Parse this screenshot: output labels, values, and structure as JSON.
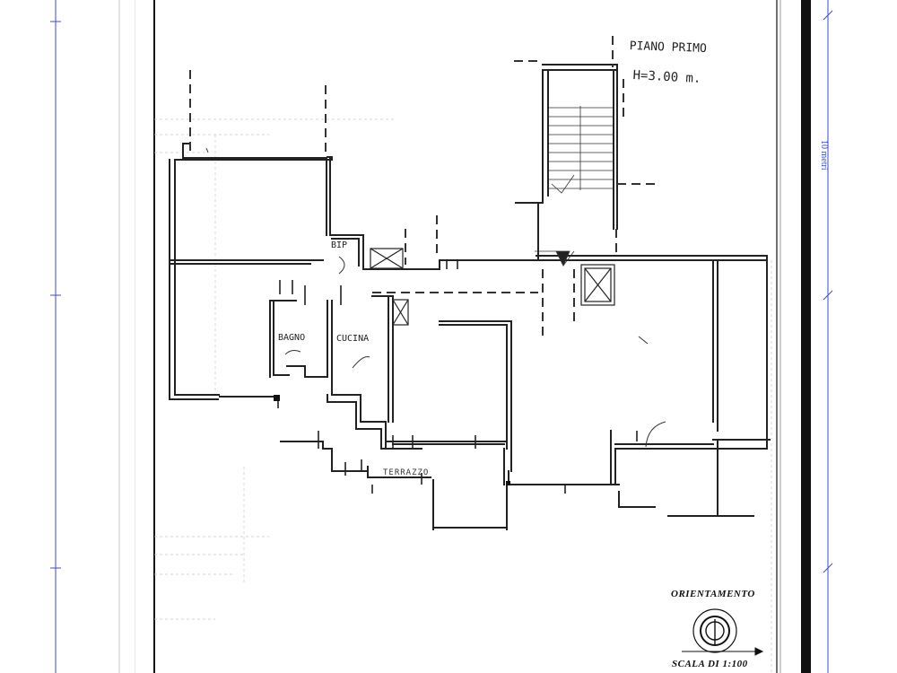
{
  "plan": {
    "title": "PIANO PRIMO",
    "height": "H=3.00 m.",
    "rooms": {
      "bip": "BIP",
      "bagno": "BAGNO",
      "cucina": "CUCINA",
      "terrazzo": "TERRAZZO"
    }
  },
  "legend": {
    "orientation": "ORIENTAMENTO",
    "scale": "SCALA DI 1:100"
  },
  "ruler": {
    "label": "10 metri",
    "color": "#3a4bd8"
  },
  "colors": {
    "ink": "#222222",
    "frame": "#111111",
    "ruler": "#3a4bd8"
  }
}
